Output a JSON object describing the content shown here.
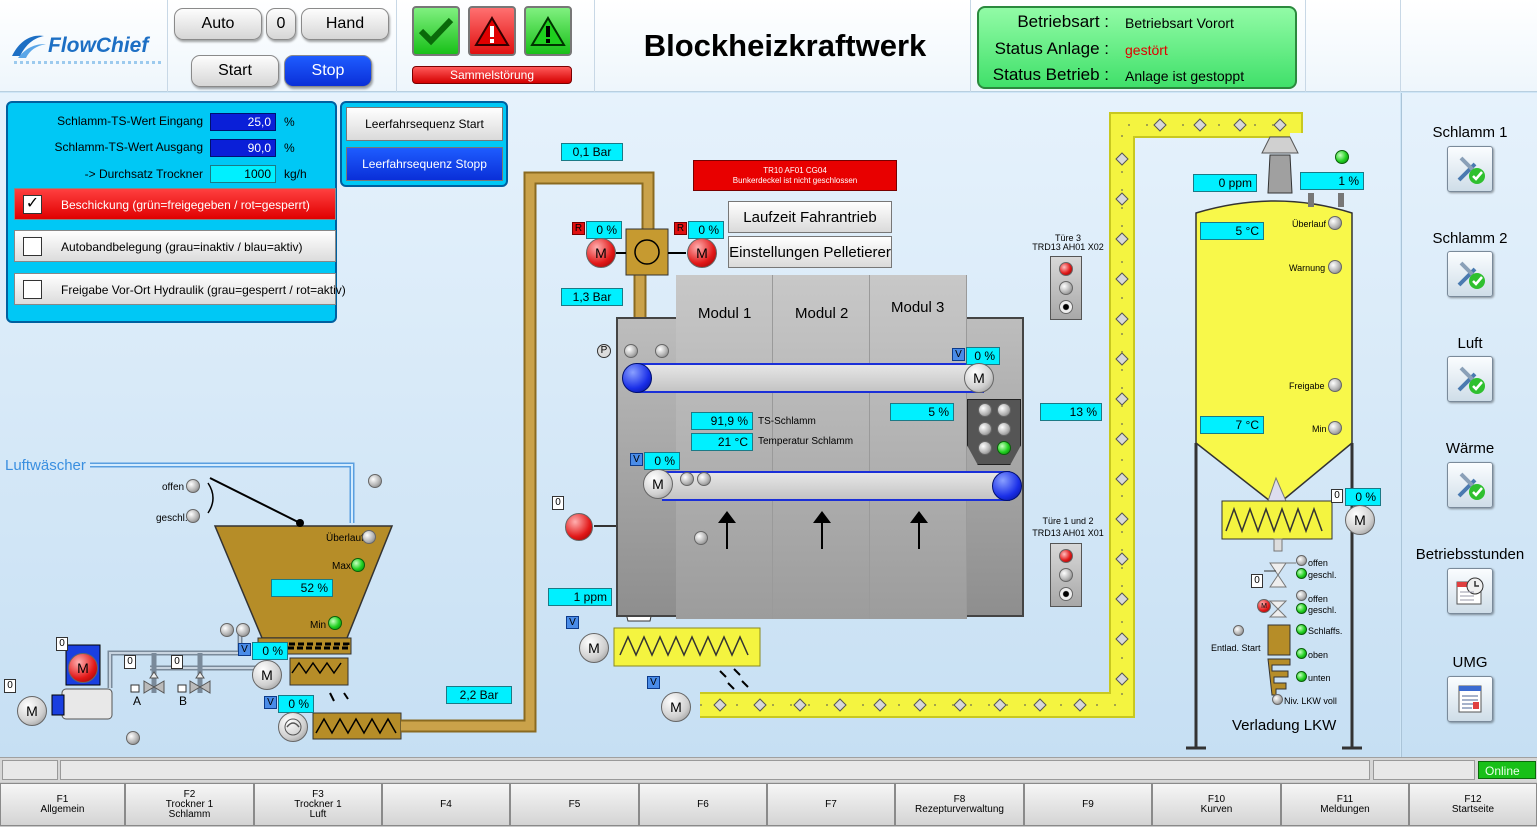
{
  "header": {
    "logo": "FlowChief",
    "mode_buttons": {
      "auto": "Auto",
      "zero": "0",
      "hand": "Hand",
      "start": "Start",
      "stop": "Stop"
    },
    "sammelstoerung": "Sammelstörung",
    "title": "Blockheizkraftwerk",
    "status": {
      "betriebsart_label": "Betriebsart :",
      "betriebsart_value": "Betriebsart Vorort",
      "anlage_label": "Status Anlage :",
      "anlage_value": "gestört",
      "betrieb_label": "Status Betrieb :",
      "betrieb_value": "Anlage ist gestoppt"
    },
    "colors": {
      "status_bg": "#5cf07f",
      "error_text": "#e00000",
      "stop_blue": "#0a2fd8"
    }
  },
  "panel": {
    "ts_eingang_label": "Schlamm-TS-Wert Eingang",
    "ts_eingang_value": "25,0",
    "ts_ausgang_label": "Schlamm-TS-Wert Ausgang",
    "ts_ausgang_value": "90,0",
    "durchsatz_label": "-> Durchsatz Trockner",
    "durchsatz_value": "1000",
    "unit_percent": "%",
    "unit_kgh": "kg/h",
    "beschickung": "Beschickung (grün=freigegeben / rot=gesperrt)",
    "autoband": "Autobandbelegung (grau=inaktiv / blau=aktiv)",
    "freigabe": "Freigabe Vor-Ort Hydraulik (grau=gesperrt / rot=aktiv)"
  },
  "sequence": {
    "start": "Leerfahrsequenz Start",
    "stop": "Leerfahrsequenz Stopp"
  },
  "buttons": {
    "laufzeit": "Laufzeit Fahrantrieb",
    "pelletierer": "Einstellungen Pelletierer"
  },
  "alarm_banner": {
    "line1": "TR10 AF01 CG04",
    "line2": "Bunkerdeckel ist nicht geschlossen"
  },
  "process": {
    "luftwaescher": "Luftwäscher",
    "offen": "offen",
    "geschl": "geschl.",
    "ueberlauf": "Überlauf",
    "max": "Max",
    "min": "Min",
    "bunker_level": "52 %",
    "valve_a": "A",
    "valve_b": "B",
    "zero": "0",
    "feed_pump_v": "0 %",
    "screw_v": "0 %",
    "pressure_low": "2,2 Bar",
    "pressure_top": "0,1 Bar",
    "pressure_mid": "1,3 Bar",
    "fan_left": "0 %",
    "fan_right": "0 %",
    "r_label": "R",
    "v_label": "V",
    "p_label": "P",
    "m_label": "M",
    "modul1": "Modul 1",
    "modul2": "Modul 2",
    "modul3": "Modul 3",
    "belt_top_v": "0 %",
    "belt_bottom_v": "0 %",
    "ts_schlamm_value": "91,9 %",
    "ts_schlamm_label": "TS-Schlamm",
    "temp_schlamm_value": "21 °C",
    "temp_schlamm_label": "Temperatur Schlamm",
    "distrib_value": "5 %",
    "distrib_out": "13 %",
    "ppm_outlet": "1 ppm",
    "tuere3_line1": "Türe 3",
    "tuere3_line2": "TRD13 AH01 X02",
    "tuere12_line1": "Türe 1 und 2",
    "tuere12_line2": "TRD13 AH01 X01",
    "silo_ppm": "0 ppm",
    "silo_pct": "1 %",
    "silo_temp_top": "5 °C",
    "silo_temp_bottom": "7 °C",
    "silo_ueberlauf": "Überlauf",
    "silo_warnung": "Warnung",
    "silo_freigabe": "Freigabe",
    "silo_min": "Min",
    "silo_screw_v": "0 %",
    "silo_offen1": "offen",
    "silo_geschl1": "geschl.",
    "silo_offen2": "offen",
    "silo_geschl2": "geschl.",
    "schlaffs": "Schlaffs.",
    "oben": "oben",
    "unten": "unten",
    "entlad_start": "Entlad. Start",
    "niv_lkw": "Niv. LKW voll",
    "verladung": "Verladung LKW"
  },
  "sidebar": [
    {
      "label": "Schlamm 1",
      "icon": "tools-check-icon"
    },
    {
      "label": "Schlamm 2",
      "icon": "tools-check-icon"
    },
    {
      "label": "Luft",
      "icon": "tools-check-icon"
    },
    {
      "label": "Wärme",
      "icon": "tools-check-icon"
    },
    {
      "label": "Betriebsstunden",
      "icon": "clock-calendar-icon"
    },
    {
      "label": "UMG",
      "icon": "report-icon"
    }
  ],
  "status_bar": {
    "online": "Online"
  },
  "fkeys": [
    {
      "key": "F1",
      "label": "Allgemein",
      "label2": ""
    },
    {
      "key": "F2",
      "label": "Trockner 1",
      "label2": "Schlamm"
    },
    {
      "key": "F3",
      "label": "Trockner 1",
      "label2": "Luft"
    },
    {
      "key": "F4",
      "label": "",
      "label2": ""
    },
    {
      "key": "F5",
      "label": "",
      "label2": ""
    },
    {
      "key": "F6",
      "label": "",
      "label2": ""
    },
    {
      "key": "F7",
      "label": "",
      "label2": ""
    },
    {
      "key": "F8",
      "label": "Rezepturverwaltung",
      "label2": ""
    },
    {
      "key": "F9",
      "label": "",
      "label2": ""
    },
    {
      "key": "F10",
      "label": "Kurven",
      "label2": ""
    },
    {
      "key": "F11",
      "label": "Meldungen",
      "label2": ""
    },
    {
      "key": "F12",
      "label": "Startseite",
      "label2": ""
    }
  ]
}
